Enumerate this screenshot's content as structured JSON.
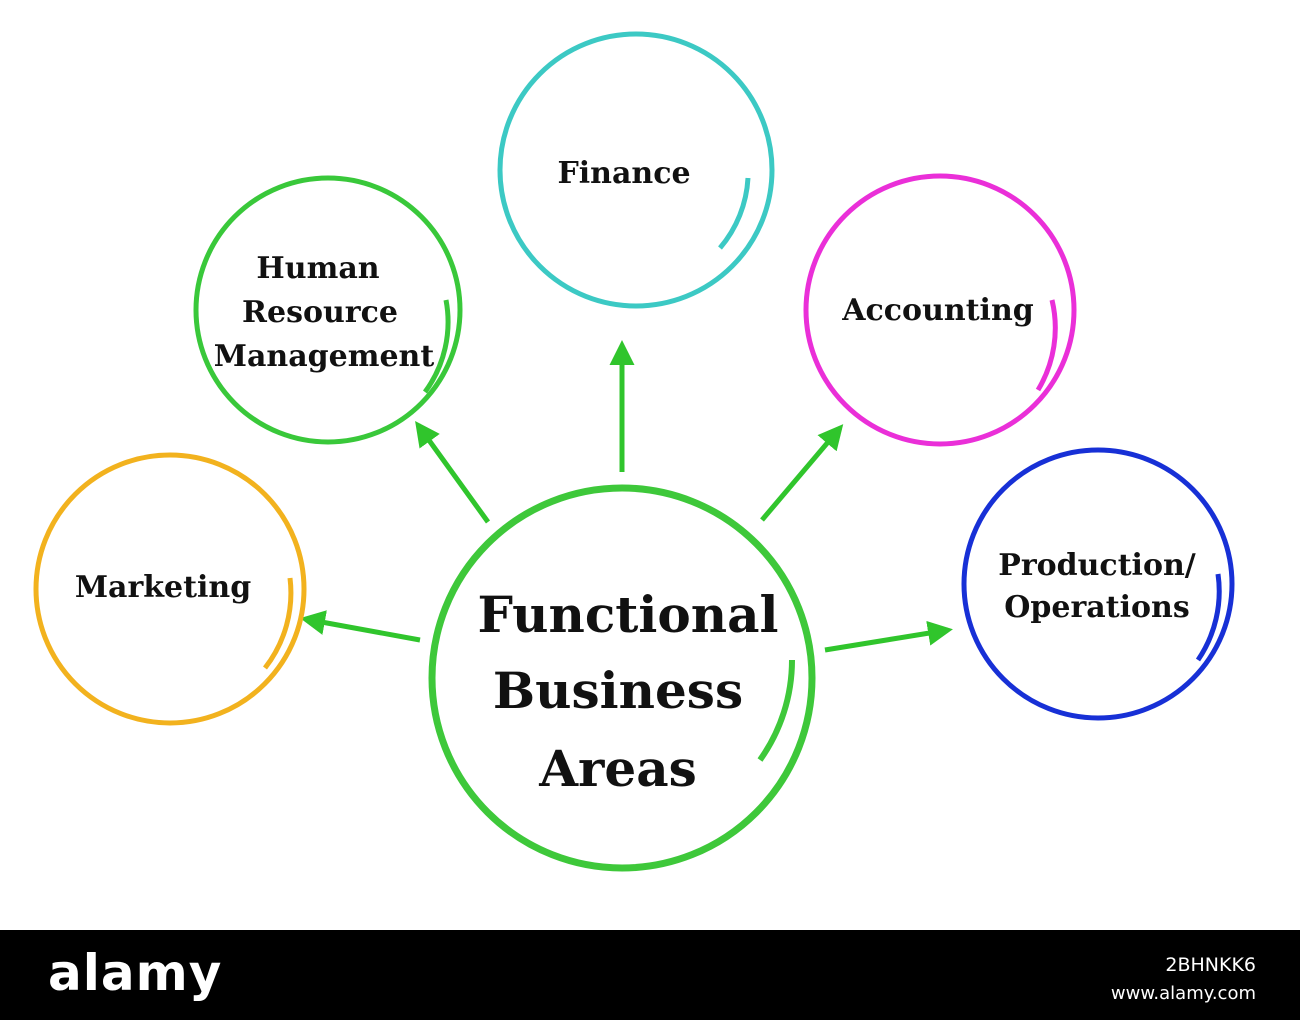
{
  "center": {
    "lines": [
      "Functional",
      "Business",
      "Areas"
    ],
    "color": "#3ec83a"
  },
  "nodes": [
    {
      "id": "finance",
      "lines": [
        "Finance"
      ],
      "color": "#3cc9c4"
    },
    {
      "id": "human-resource-management",
      "lines": [
        "Human",
        "Resource",
        "Management"
      ],
      "color": "#39c83a"
    },
    {
      "id": "accounting",
      "lines": [
        "Accounting"
      ],
      "color": "#ea2fd8"
    },
    {
      "id": "marketing",
      "lines": [
        "Marketing"
      ],
      "color": "#f2b21e"
    },
    {
      "id": "production-operations",
      "lines": [
        "Production/",
        "Operations"
      ],
      "color": "#1730d6"
    }
  ],
  "arrow_color": "#30c52c",
  "footer": {
    "brand": "alamy",
    "image_id": "2BHNKK6",
    "site": "www.alamy.com"
  }
}
